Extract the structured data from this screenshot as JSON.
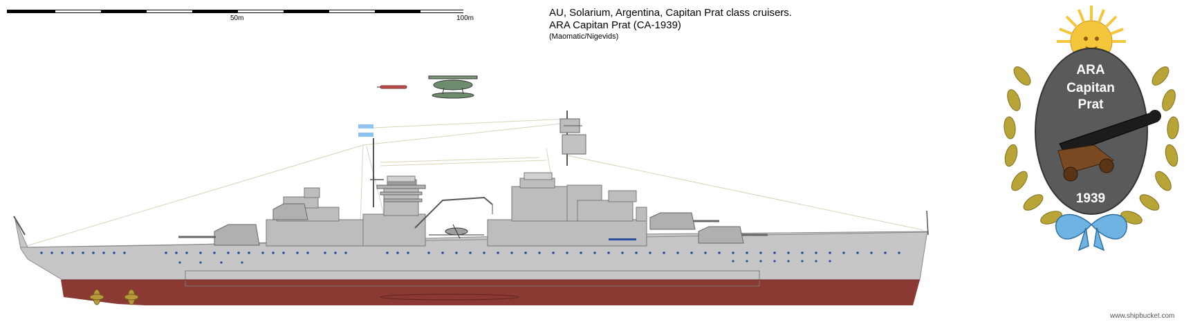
{
  "title_line_1": "AU, Solarium, Argentina, Capitan Prat class cruisers.",
  "title_line_2": "ARA Capitan Prat (CA-1939)",
  "author": "(Maomatic/Nigevids)",
  "scale_bar": {
    "mark_50": "50m",
    "mark_100": "100m"
  },
  "emblem": {
    "line_1": "ARA",
    "line_2": "Capitan",
    "line_3": "Prat",
    "year": "1939"
  },
  "credit": "www.shipbucket.com",
  "colors": {
    "hull_grey": "#c6c6c6",
    "deck_grey": "#b8b8b8",
    "antifouling": "#8b3a33",
    "porthole": "#2a4e9b",
    "emblem_oval": "#5a5a5a",
    "sun": "#f3c63b",
    "laurel": "#b9a438",
    "ribbon": "#6fb3e3",
    "flag_blue": "#8fc3ef",
    "torpedo": "#c0504d"
  }
}
